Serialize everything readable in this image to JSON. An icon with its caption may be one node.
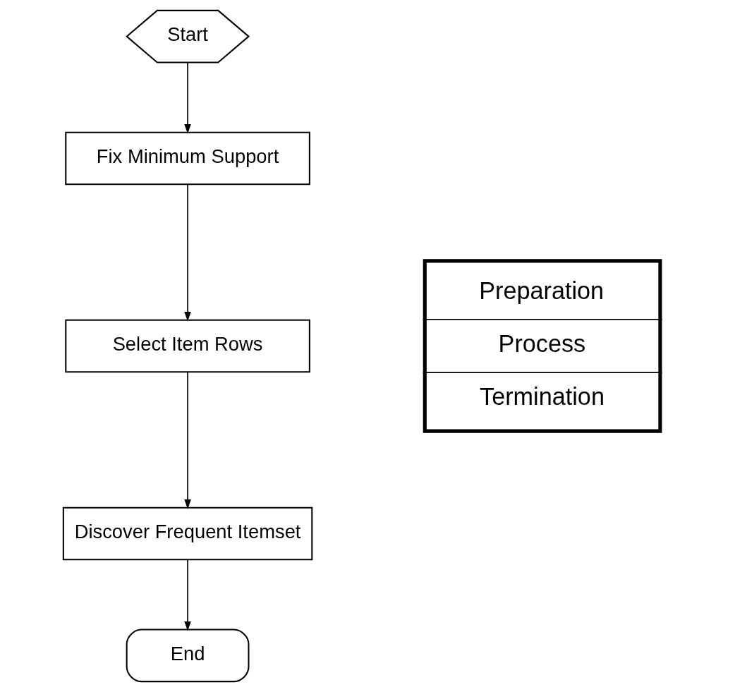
{
  "diagram": {
    "nodes": [
      {
        "text": [
          "Start"
        ]
      },
      {
        "text": [
          "Fix Minimum Support"
        ]
      },
      {
        "text": [
          "Select Item Rows"
        ]
      },
      {
        "text": [
          "Discover Frequent Itemset"
        ]
      },
      {
        "text": [
          "End"
        ]
      }
    ],
    "edges": [
      {
        "from": 0,
        "to": 1,
        "arrow": "to"
      },
      {
        "from": 1,
        "to": 2,
        "arrow": "to"
      },
      {
        "from": 2,
        "to": 3,
        "arrow": "to"
      },
      {
        "from": 3,
        "to": 4,
        "arrow": "to"
      }
    ],
    "legend": [
      {
        "text": "Preparation"
      },
      {
        "text": "Process"
      },
      {
        "text": "Termination"
      }
    ]
  }
}
